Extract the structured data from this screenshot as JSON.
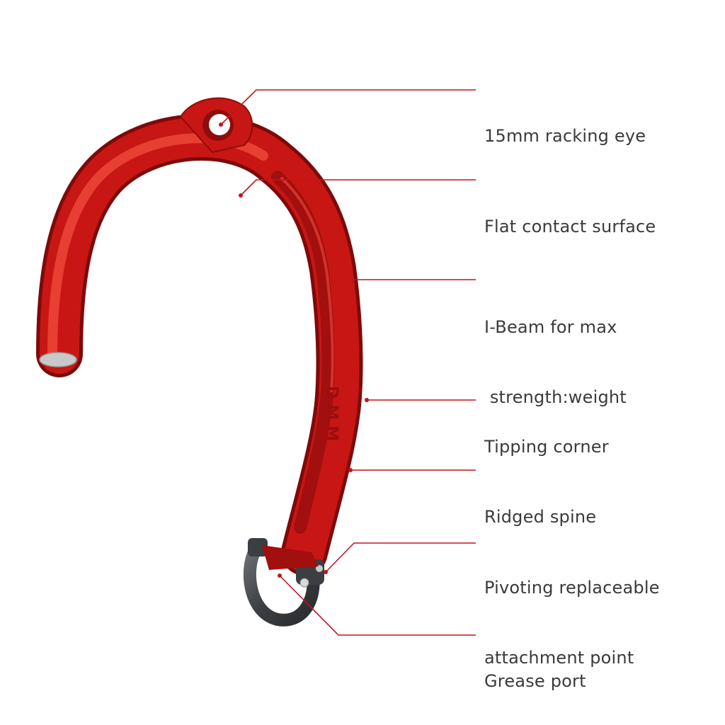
{
  "colors": {
    "hook_red": "#c81614",
    "hook_dark": "#7d0a0a",
    "hook_light": "#ef4a3a",
    "leader": "#c0141c",
    "text": "#3a3a3a",
    "shackle": "#4a4d52"
  },
  "hook_marking": "DMM",
  "callouts": [
    {
      "id": "racking-eye",
      "lines": [
        "15mm racking eye"
      ]
    },
    {
      "id": "flat-contact",
      "lines": [
        "Flat contact surface"
      ]
    },
    {
      "id": "i-beam",
      "lines": [
        "I-Beam for max",
        " strength:weight"
      ]
    },
    {
      "id": "tipping-corner",
      "lines": [
        "Tipping corner"
      ]
    },
    {
      "id": "ridged-spine",
      "lines": [
        "Ridged spine"
      ]
    },
    {
      "id": "pivoting-point",
      "lines": [
        "Pivoting replaceable",
        "attachment point"
      ]
    },
    {
      "id": "grease-port",
      "lines": [
        "Grease port"
      ]
    }
  ]
}
